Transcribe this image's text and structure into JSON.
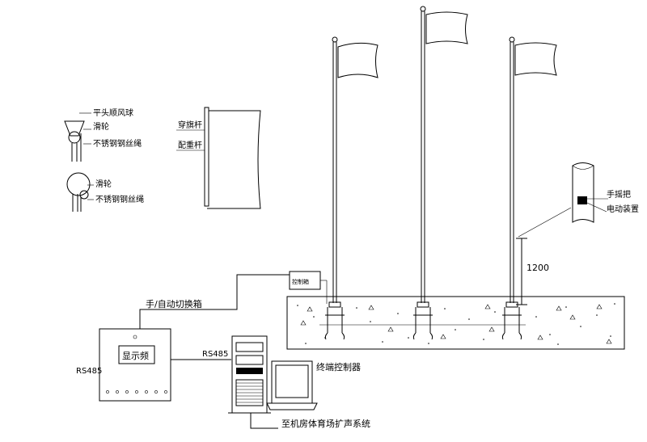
{
  "labels": {
    "flat_head_ball": "平头顺风球",
    "pulley_1": "滑轮",
    "wire_rope_1": "不锈钢钢丝绳",
    "pulley_2": "滑轮",
    "wire_rope_2": "不锈钢钢丝绳",
    "thread_rod": "穿旗杆",
    "counterweight_rod": "配重杆",
    "hand_crank": "手摇把",
    "motor_device": "电动装置",
    "height_1200": "1200",
    "control_box": "控制箱",
    "manual_auto_switch_box": "手/自动切换箱",
    "display_screen": "显示频",
    "rs485_left": "RS485",
    "rs485_mid": "RS485",
    "terminal_controller": "终端控制器",
    "to_pa_system": "至机房体育场扩声系统"
  }
}
